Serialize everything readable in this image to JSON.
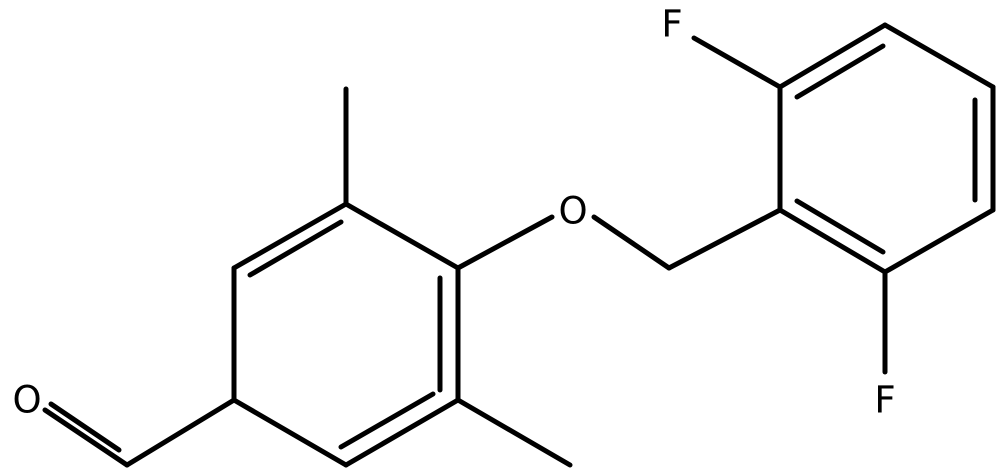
{
  "molecule": {
    "atoms": {
      "oxygen_aldehyde": "O",
      "oxygen_ether": "O",
      "fluorine_top": "F",
      "fluorine_bottom": "F"
    },
    "colors": {
      "bond": "#000000",
      "label": "#000000",
      "background": "#ffffff"
    }
  }
}
